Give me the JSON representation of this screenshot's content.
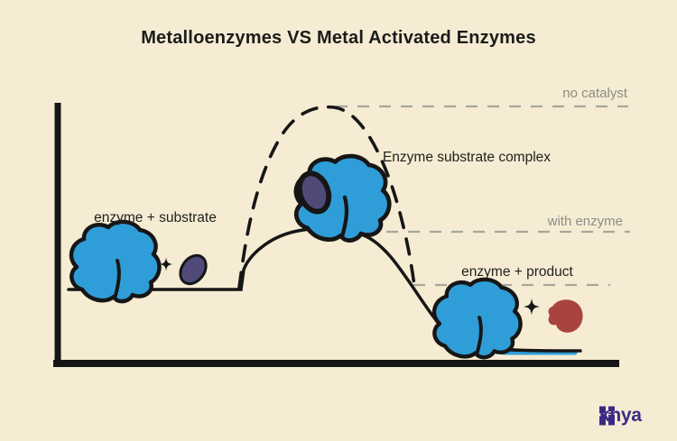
{
  "title": "Metalloenzymes VS Metal Activated Enzymes",
  "diagram": {
    "type": "reaction-energy-profile",
    "annotations": {
      "no_catalyst": "no catalyst",
      "with_enzyme": "with enzyme",
      "complex": "Enzyme substrate complex",
      "reactants": "enzyme + substrate",
      "products": "enzyme + product"
    },
    "curves": [
      {
        "name": "no catalyst",
        "style": "black dashed dome",
        "peak_level": "no catalyst line"
      },
      {
        "name": "with enzyme",
        "style": "black solid lower hump",
        "peak_level": "with enzyme line"
      }
    ],
    "colors": {
      "background": "#f5ecd3",
      "ink": "#161616",
      "enzyme_blue": "#2f9ed8",
      "substrate_purple": "#4f4a78",
      "product_red": "#a84340",
      "label_gray": "#8d8d86",
      "dashed_guide_gray": "#a6a69d",
      "logo_purple": "#3a2a85"
    }
  },
  "footer": {
    "brand": "knya"
  }
}
